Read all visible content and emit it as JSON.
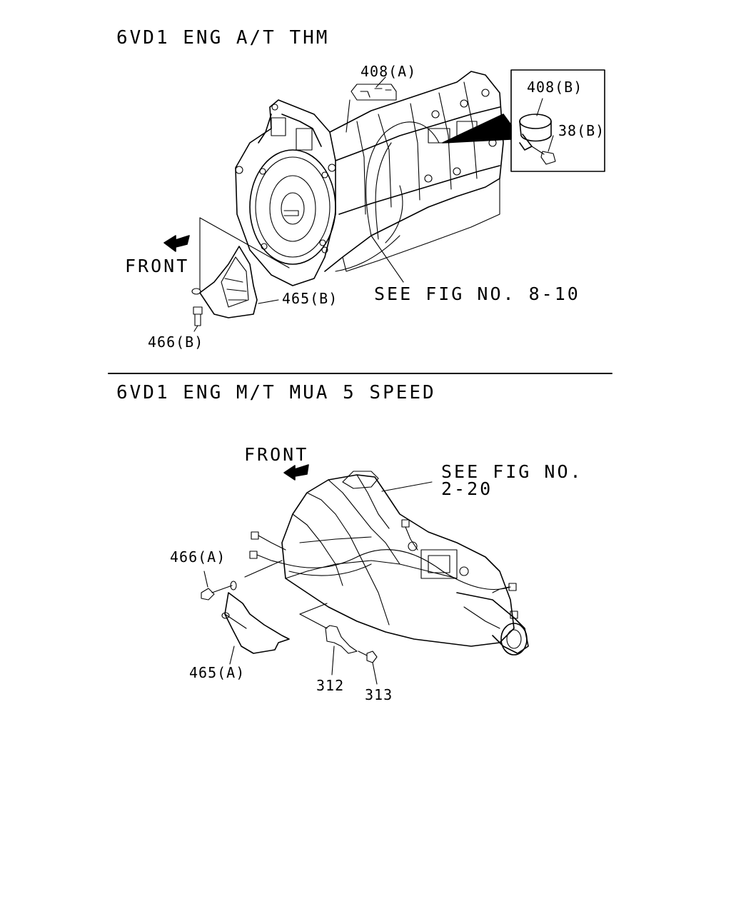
{
  "sections": [
    {
      "title": "6VD1 ENG A/T THM",
      "front_label": "FRONT",
      "callouts": {
        "p408a": "408(A)",
        "p408b": "408(B)",
        "p38b": "38(B)",
        "p465b": "465(B)",
        "p466b": "466(B)",
        "see_fig": "SEE FIG NO. 8-10"
      }
    },
    {
      "title": "6VD1 ENG M/T MUA 5 SPEED",
      "front_label": "FRONT",
      "callouts": {
        "see_fig_line1": "SEE FIG NO.",
        "see_fig_line2": "2-20",
        "p466a": "466(A)",
        "p465a": "465(A)",
        "p312": "312",
        "p313": "313"
      }
    }
  ]
}
